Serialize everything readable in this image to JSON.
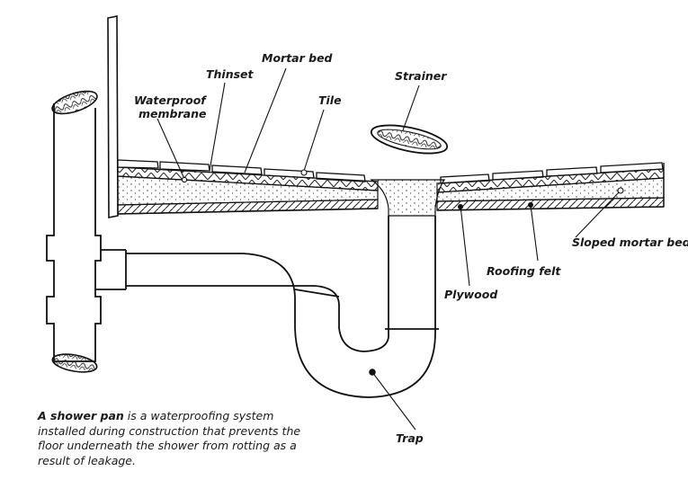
{
  "labels": {
    "mortar_bed": "Mortar bed",
    "thinset": "Thinset",
    "waterproof_membrane_1": "Waterproof",
    "waterproof_membrane_2": "membrane",
    "tile": "Tile",
    "strainer": "Strainer",
    "sloped_mortar_bed": "Sloped mortar bed",
    "roofing_felt": "Roofing felt",
    "plywood": "Plywood",
    "trap": "Trap"
  },
  "caption": {
    "term": "A shower pan",
    "line1_rest": " is a waterproofing system",
    "line2": "installed during construction that prevents the",
    "line3": "floor underneath the shower from rotting as a",
    "line4": "result of leakage."
  }
}
